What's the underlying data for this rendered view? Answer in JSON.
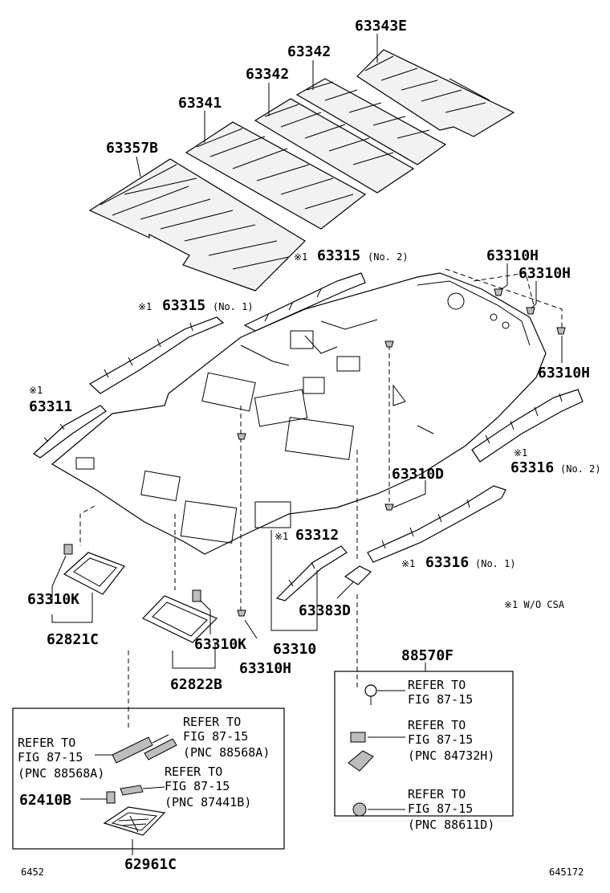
{
  "labels": {
    "p63343E": "63343E",
    "p63342a": "63342",
    "p63342b": "63342",
    "p63341": "63341",
    "p63357B": "63357B",
    "p63315n2": "63315",
    "p63315n2_note": "(No. 2)",
    "p63315n1": "63315",
    "p63315n1_note": "(No. 1)",
    "p63311": "63311",
    "p63310Ha": "63310H",
    "p63310Hb": "63310H",
    "p63310Hc": "63310H",
    "p63316n2": "63316",
    "p63316n2_note": "(No. 2)",
    "p63310D": "63310D",
    "p63312": "63312",
    "p63316n1": "63316",
    "p63316n1_note": "(No. 1)",
    "wo_csa": "※1 W/O CSA",
    "mark1": "※1",
    "p63310Ka": "63310K",
    "p62821C": "62821C",
    "p63383D": "63383D",
    "p63310Kb": "63310K",
    "p63310": "63310",
    "p62822B": "62822B",
    "p63310Hd": "63310H",
    "p88570F": "88570F",
    "p62410B": "62410B",
    "p62961C": "62961C",
    "code_left": "6452",
    "code_right": "645172"
  },
  "refs": {
    "r1": [
      "REFER TO",
      "FIG 87-15"
    ],
    "r2": [
      "REFER TO",
      "FIG 87-15",
      "(PNC 84732H)"
    ],
    "r3": [
      "REFER TO",
      "FIG 87-15",
      "(PNC 88611D)"
    ],
    "r4": [
      "REFER TO",
      "FIG 87-15",
      "(PNC 88568A)"
    ],
    "r5": [
      "REFER TO",
      "FIG 87-15",
      "(PNC 88568A)"
    ],
    "r6": [
      "REFER TO",
      "FIG 87-15",
      "(PNC 87441B)"
    ]
  }
}
